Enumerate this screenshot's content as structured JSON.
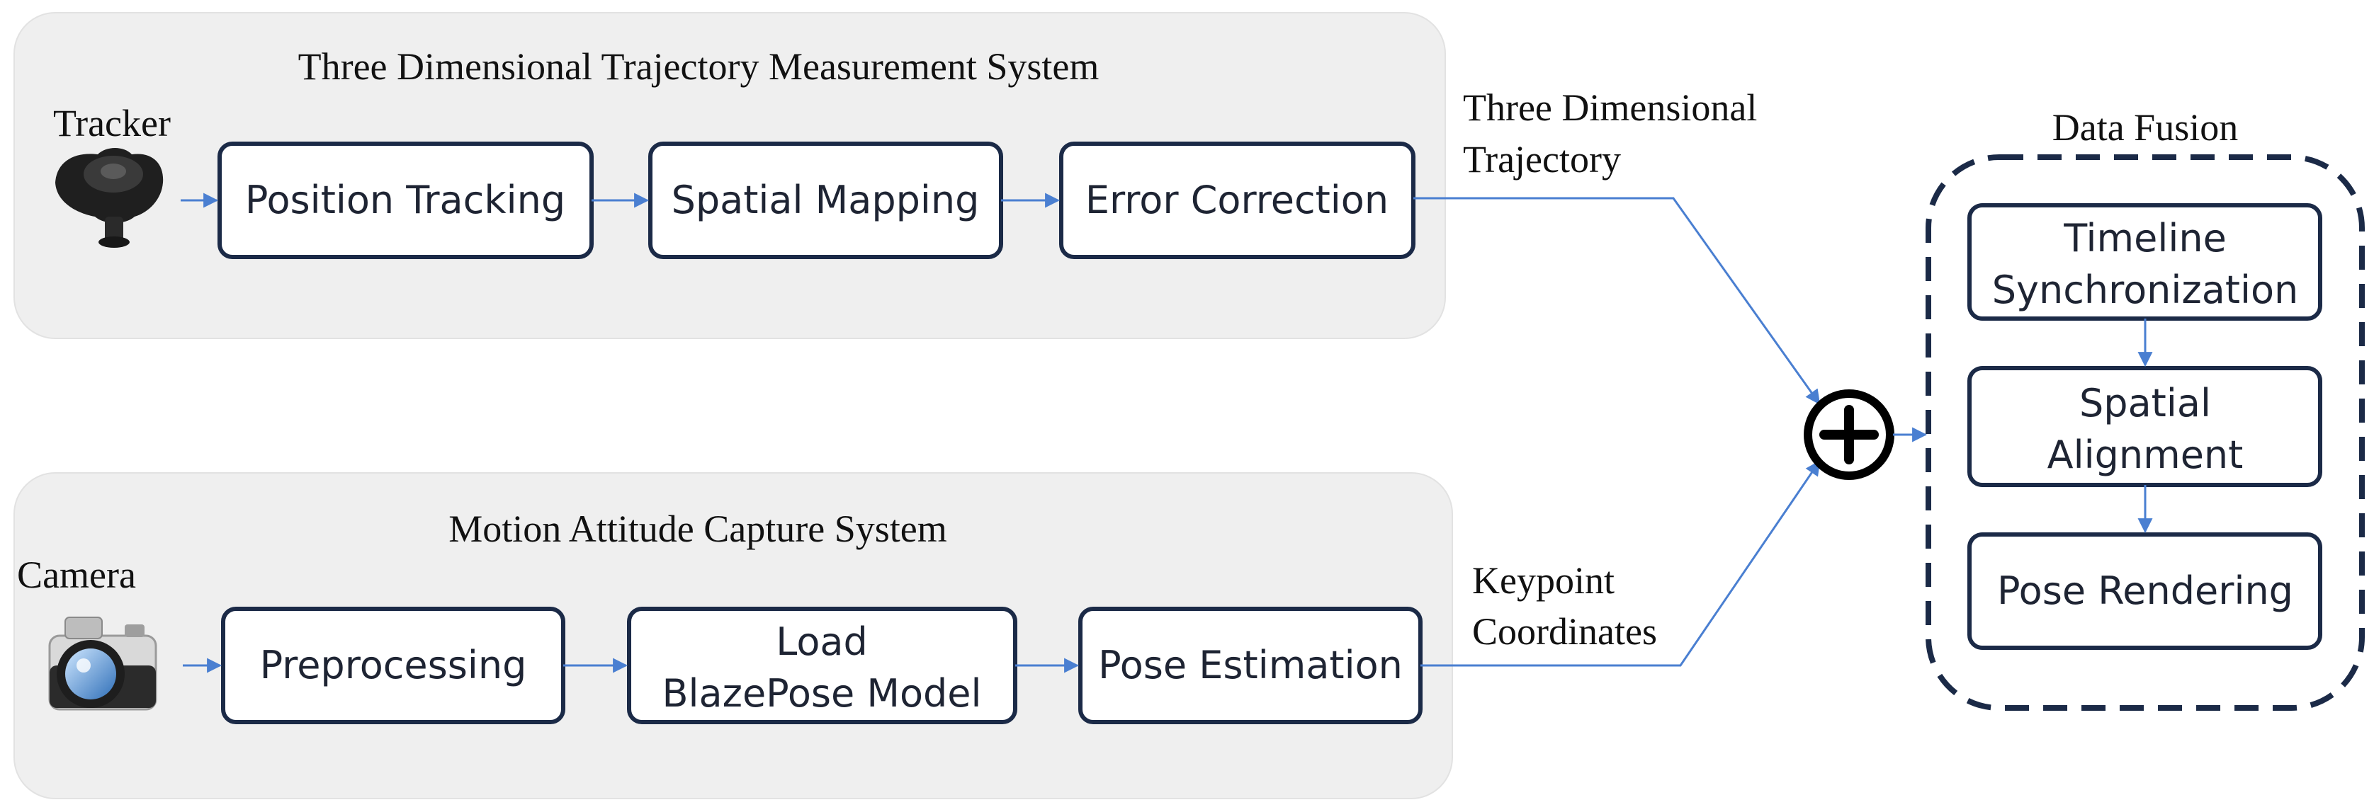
{
  "colors": {
    "panel_fill": "#efefef",
    "box_stroke": "#1b2a47",
    "arrow": "#4a7fd1",
    "fusion_stroke": "#1b2a47"
  },
  "top_panel": {
    "title": "Three Dimensional Trajectory Measurement System",
    "device_label": "Tracker",
    "device_icon": "vr-tracker-icon",
    "steps": [
      "Position Tracking",
      "Spatial Mapping",
      "Error Correction"
    ]
  },
  "bottom_panel": {
    "title": "Motion Attitude Capture System",
    "device_label": "Camera",
    "device_icon": "camera-icon",
    "steps": [
      {
        "line1": "Preprocessing",
        "line2": ""
      },
      {
        "line1": "Load",
        "line2": "BlazePose Model"
      },
      {
        "line1": "Pose Estimation",
        "line2": ""
      }
    ]
  },
  "edge_labels": {
    "top_line1": "Three Dimensional",
    "top_line2": "Trajectory",
    "bottom_line1": "Keypoint",
    "bottom_line2": "Coordinates"
  },
  "fusion_symbol": "⊕",
  "fusion": {
    "title": "Data Fusion",
    "steps": [
      {
        "line1": "Timeline",
        "line2": "Synchronization"
      },
      {
        "line1": "Spatial",
        "line2": "Alignment"
      },
      {
        "line1": "Pose Rendering",
        "line2": ""
      }
    ]
  }
}
